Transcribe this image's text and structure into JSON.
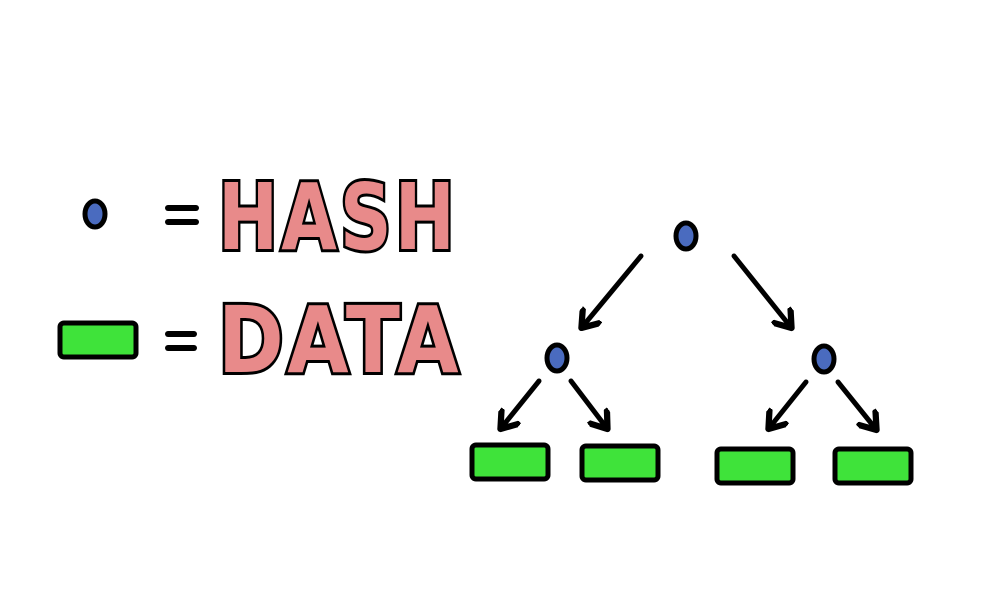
{
  "legend": {
    "items": [
      {
        "symbol": "hash-node",
        "equals": "=",
        "label": "HASH"
      },
      {
        "symbol": "data-block",
        "equals": "=",
        "label": "DATA"
      }
    ]
  },
  "tree": {
    "root": "hash",
    "level1": [
      "hash",
      "hash"
    ],
    "leaves": [
      "data",
      "data",
      "data",
      "data"
    ]
  },
  "colors": {
    "hash_fill": "#4a6bbf",
    "data_fill": "#3fe33a",
    "label_fill": "#e88a8a",
    "outline": "#000000",
    "background": "#ffffff"
  }
}
